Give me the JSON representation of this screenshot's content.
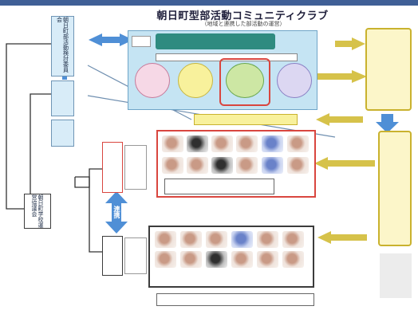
{
  "header": {
    "title": "朝日町型部活動コミュニティクラブ",
    "subtitle": "（地域と連携した部活動の運営）"
  },
  "left_column": {
    "top_box": "朝日町部活動検討委員会",
    "mid_box": "",
    "small_box": "",
    "bottom_box": "朝日町学校運営協議会"
  },
  "center": {
    "club_header": "",
    "club_tag": "",
    "coordinator": "",
    "clouds": [
      "",
      "",
      "",
      ""
    ],
    "linkage_label": "連携",
    "upper_panel_label": "",
    "upper_panel_sublabel": "",
    "lower_panel_label": "",
    "lower_panel_sublabel": "",
    "upper_caption": "",
    "lower_caption": ""
  },
  "right_column": {
    "top_box": "",
    "bottom_box": ""
  },
  "colors": {
    "header_bar": "#3f5f96",
    "light_blue_box": "#d8ecf8",
    "yellow_box": "#fcf6c9",
    "red_accent": "#d9463f",
    "arrow_blue": "#4f8fd6",
    "arrow_yellow": "#d6c24a"
  }
}
